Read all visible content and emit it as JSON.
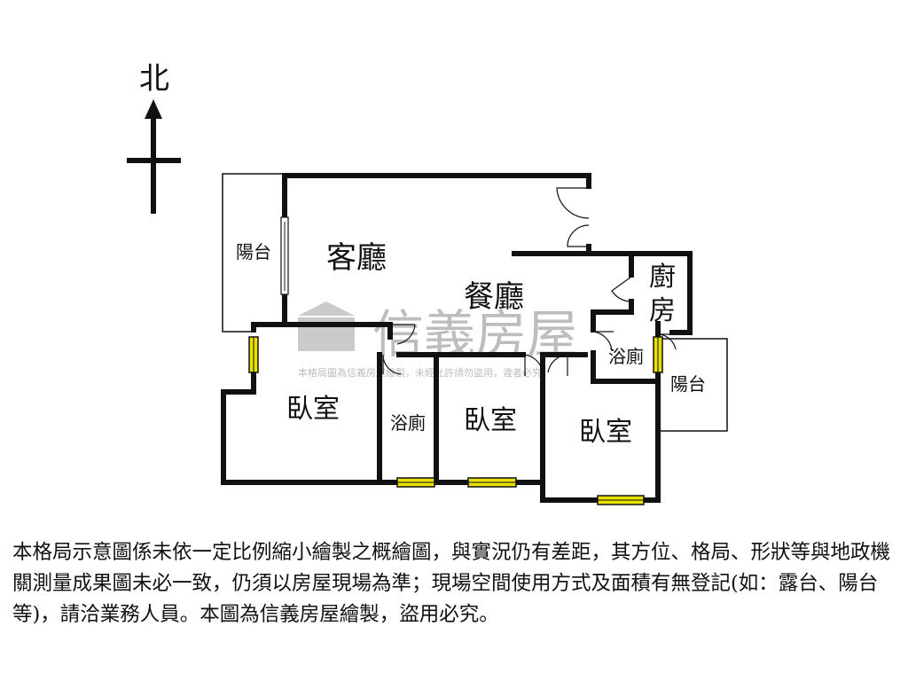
{
  "compass": {
    "label": "北"
  },
  "rooms": {
    "balcony_west": "陽台",
    "living_room": "客廳",
    "dining_room": "餐廳",
    "kitchen_line1": "廚",
    "kitchen_line2": "房",
    "bathroom_east": "浴廁",
    "balcony_east": "陽台",
    "bedroom_west": "臥室",
    "bathroom_middle": "浴廁",
    "bedroom_middle": "臥室",
    "bedroom_east": "臥室"
  },
  "watermark": {
    "brand": "信義房屋",
    "notice": "本格局圖為信義房屋繪製，未經允許請勿盜用，違者必究"
  },
  "disclaimer": "本格局示意圖係未依一定比例縮小繪製之概繪圖，與實況仍有差距，其方位、格局、形狀等與地政機關測量成果圖未必一致，仍須以房屋現場為準；現場空間使用方式及面積有無登記(如：露台、陽台等)，請洽業務人員。本圖為信義房屋繪製，盜用必究。",
  "colors": {
    "wall": "#111111",
    "window": "#e8e000",
    "watermark": "#a8a8a8"
  }
}
